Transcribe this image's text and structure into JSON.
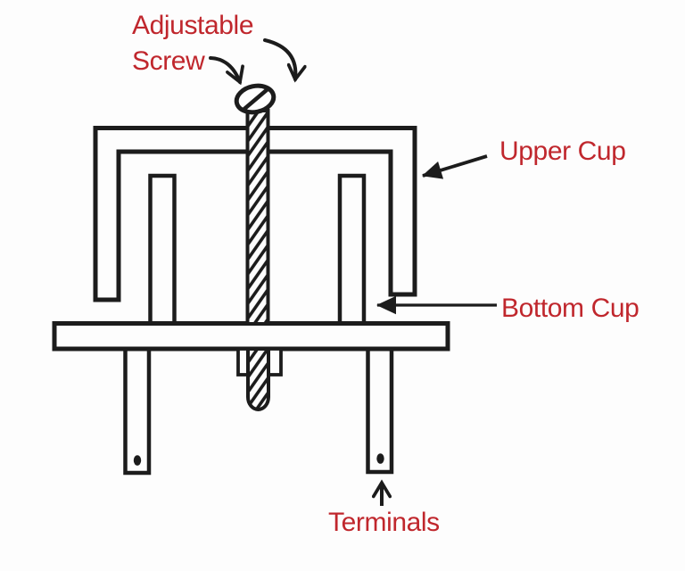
{
  "diagram": {
    "labels": {
      "adjustable_screw_line1": "Adjustable",
      "adjustable_screw_line2": "Screw",
      "upper_cup": "Upper Cup",
      "bottom_cup": "Bottom Cup",
      "terminals": "Terminals"
    },
    "colors": {
      "label_text": "#c0272d",
      "ink": "#1c1c1c",
      "background": "#fdfdfd"
    }
  }
}
